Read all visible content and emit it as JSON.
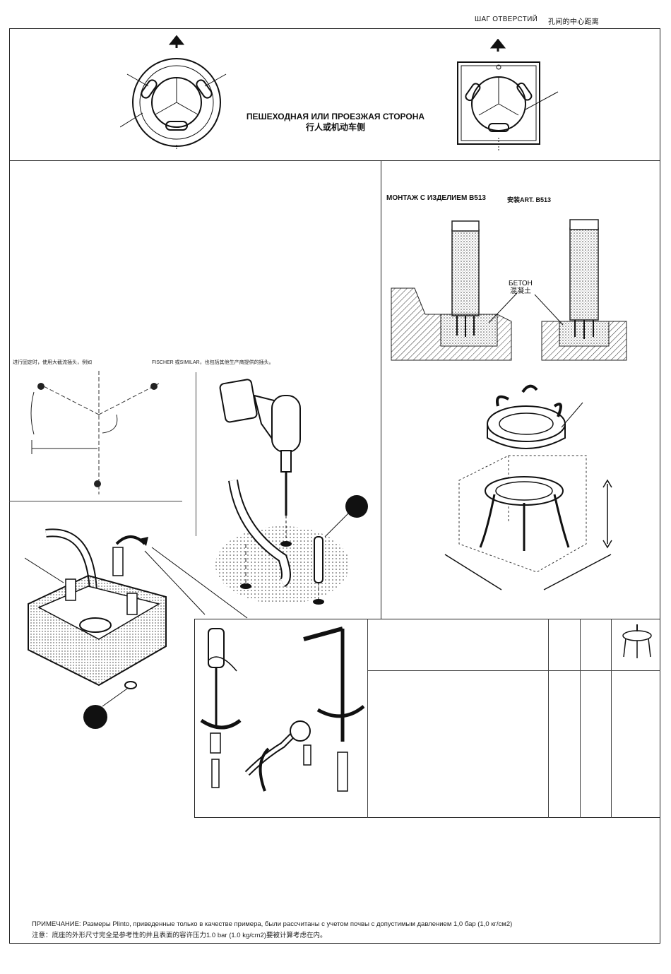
{
  "header": {
    "hole_pitch_ru": "ШАГ ОТВЕРСТИЙ",
    "hole_pitch_zh": "孔间的中心距离"
  },
  "top_panel": {
    "side_label_ru": "ПЕШЕХОДНАЯ ИЛИ ПРОЕЗЖАЯ СТОРОНА",
    "side_label_zh": "行人或机动车侧"
  },
  "mounting": {
    "title_ru": "МОНТАЖ С ИЗДЕЛИЕМ В513",
    "title_zh": "安装ART. B513",
    "concrete_ru": "БЕТОН",
    "concrete_zh": "混凝土"
  },
  "anchor_note": {
    "left": "进行固定时，使用大截流插头，例如",
    "right": "FISCHER 或SIMILAR，也包括其他生产商提供的插头。"
  },
  "footer": {
    "note_ru": "ПРИМЕЧАНИЕ: Размеры Plinto, приведенные только в качестве примера, были рассчитаны с учетом почвы с допустимым давлением 1,0 бар (1,0 кг/см2)",
    "note_zh": "注意：底座的外形尺寸完全是参考性的并且表面的容许压力1.0 bar (1.0 kg/cm2)要被计算考虑在内。"
  }
}
